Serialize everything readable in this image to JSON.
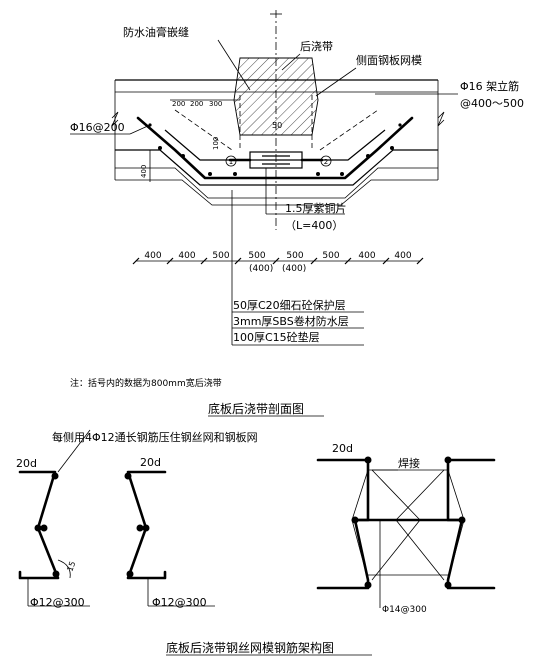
{
  "section": {
    "labels": {
      "waterproof_sealant": "防水油膏嵌缝",
      "post_pour_strip": "后浇带",
      "side_mesh_form": "侧面钢板网模",
      "support_bar": "Φ16 架立筋",
      "support_spacing": "@400～500",
      "bottom_bar": "Φ16@200",
      "copper_plate": "1.5厚紫铜片",
      "copper_length": "（L=400）",
      "dim_200a": "200",
      "dim_200b": "200",
      "dim_300": "300",
      "dim_50": "50",
      "dim_100": "100",
      "dim_400_vertical": "400",
      "circle_1": "1",
      "circle_2": "2"
    },
    "dimensions": [
      "400",
      "400",
      "500",
      "500",
      "500",
      "500",
      "400",
      "400"
    ],
    "dim_sub": [
      "(400)",
      "(400)"
    ],
    "layers": [
      "50厚C20细石砼保护层",
      "3mm厚SBS卷材防水层",
      "100厚C15砼垫层"
    ],
    "note": "注：括号内的数据为800mm宽后浇带",
    "title": "底板后浇带剖面图"
  },
  "frame": {
    "header": "每侧用4Φ12通长钢筋压住钢丝网和钢板网",
    "label_20d_a": "20d",
    "label_20d_b": "20d",
    "label_20d_c": "20d",
    "angle_15": "15",
    "rebar_left": "Φ12@300",
    "rebar_right": "Φ12@300",
    "weld": "焊接",
    "rebar_right_frame": "Φ14@300",
    "title": "底板后浇带钢丝网模钢筋架构图"
  }
}
